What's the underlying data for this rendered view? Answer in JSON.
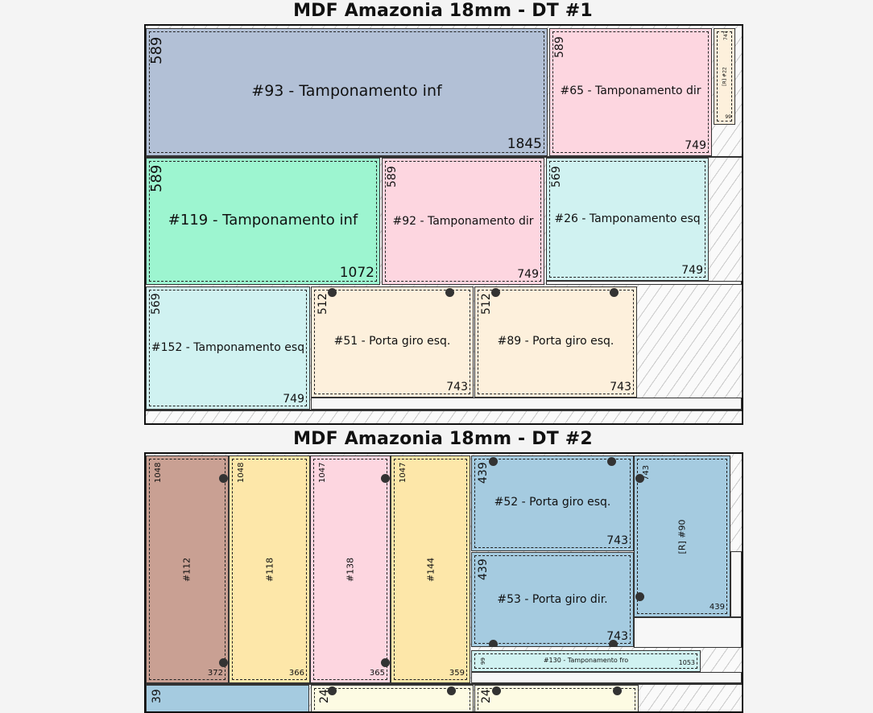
{
  "sheets": [
    {
      "title": "MDF Amazonia 18mm - DT #1",
      "pieces": [
        {
          "name": "#93 - Tamponamento inf",
          "w": "1845",
          "h": "589",
          "color": "#b2c0d6"
        },
        {
          "name": "#65 - Tamponamento dir",
          "w": "749",
          "h": "589",
          "color": "#fdd6e0"
        },
        {
          "name": "[R] #22",
          "w": "99",
          "h": "747",
          "color": "#fdf0dc"
        },
        {
          "name": "#119 - Tamponamento inf",
          "w": "1072",
          "h": "589",
          "color": "#9df5d0"
        },
        {
          "name": "#92 - Tamponamento dir",
          "w": "749",
          "h": "589",
          "color": "#fdd6e0"
        },
        {
          "name": "#26 - Tamponamento esq",
          "w": "749",
          "h": "569",
          "color": "#d0f2f1"
        },
        {
          "name": "#152 - Tamponamento esq",
          "w": "749",
          "h": "569",
          "color": "#d0f2f1"
        },
        {
          "name": "#51 - Porta giro esq.",
          "w": "743",
          "h": "512",
          "color": "#fdf0dc"
        },
        {
          "name": "#89 - Porta giro esq.",
          "w": "743",
          "h": "512",
          "color": "#fdf0dc"
        }
      ]
    },
    {
      "title": "MDF Amazonia 18mm - DT #2",
      "pieces": [
        {
          "name": "#112",
          "w": "372",
          "h": "1048",
          "color": "#c9a093"
        },
        {
          "name": "#118",
          "w": "366",
          "h": "1048",
          "color": "#fde7a9"
        },
        {
          "name": "#138",
          "w": "365",
          "h": "1047",
          "color": "#fdd6e0"
        },
        {
          "name": "#144",
          "w": "359",
          "h": "1047",
          "color": "#fde7a9"
        },
        {
          "name": "#52 - Porta giro esq.",
          "w": "743",
          "h": "439",
          "color": "#a5cbe0"
        },
        {
          "name": "[R] #90",
          "w": "439",
          "h": "743",
          "color": "#a5cbe0"
        },
        {
          "name": "#53 - Porta giro dir.",
          "w": "743",
          "h": "439",
          "color": "#a5cbe0"
        },
        {
          "name": "#130 - Tamponamento fro",
          "w": "1053",
          "h": "99",
          "color": "#d0f2f1"
        },
        {
          "name": "",
          "w": "",
          "h": "39",
          "color": "#a5cbe0"
        },
        {
          "name": "",
          "w": "",
          "h": "24",
          "color": "#fdfbe3"
        },
        {
          "name": "",
          "w": "",
          "h": "24",
          "color": "#fdfbe3"
        }
      ]
    }
  ]
}
